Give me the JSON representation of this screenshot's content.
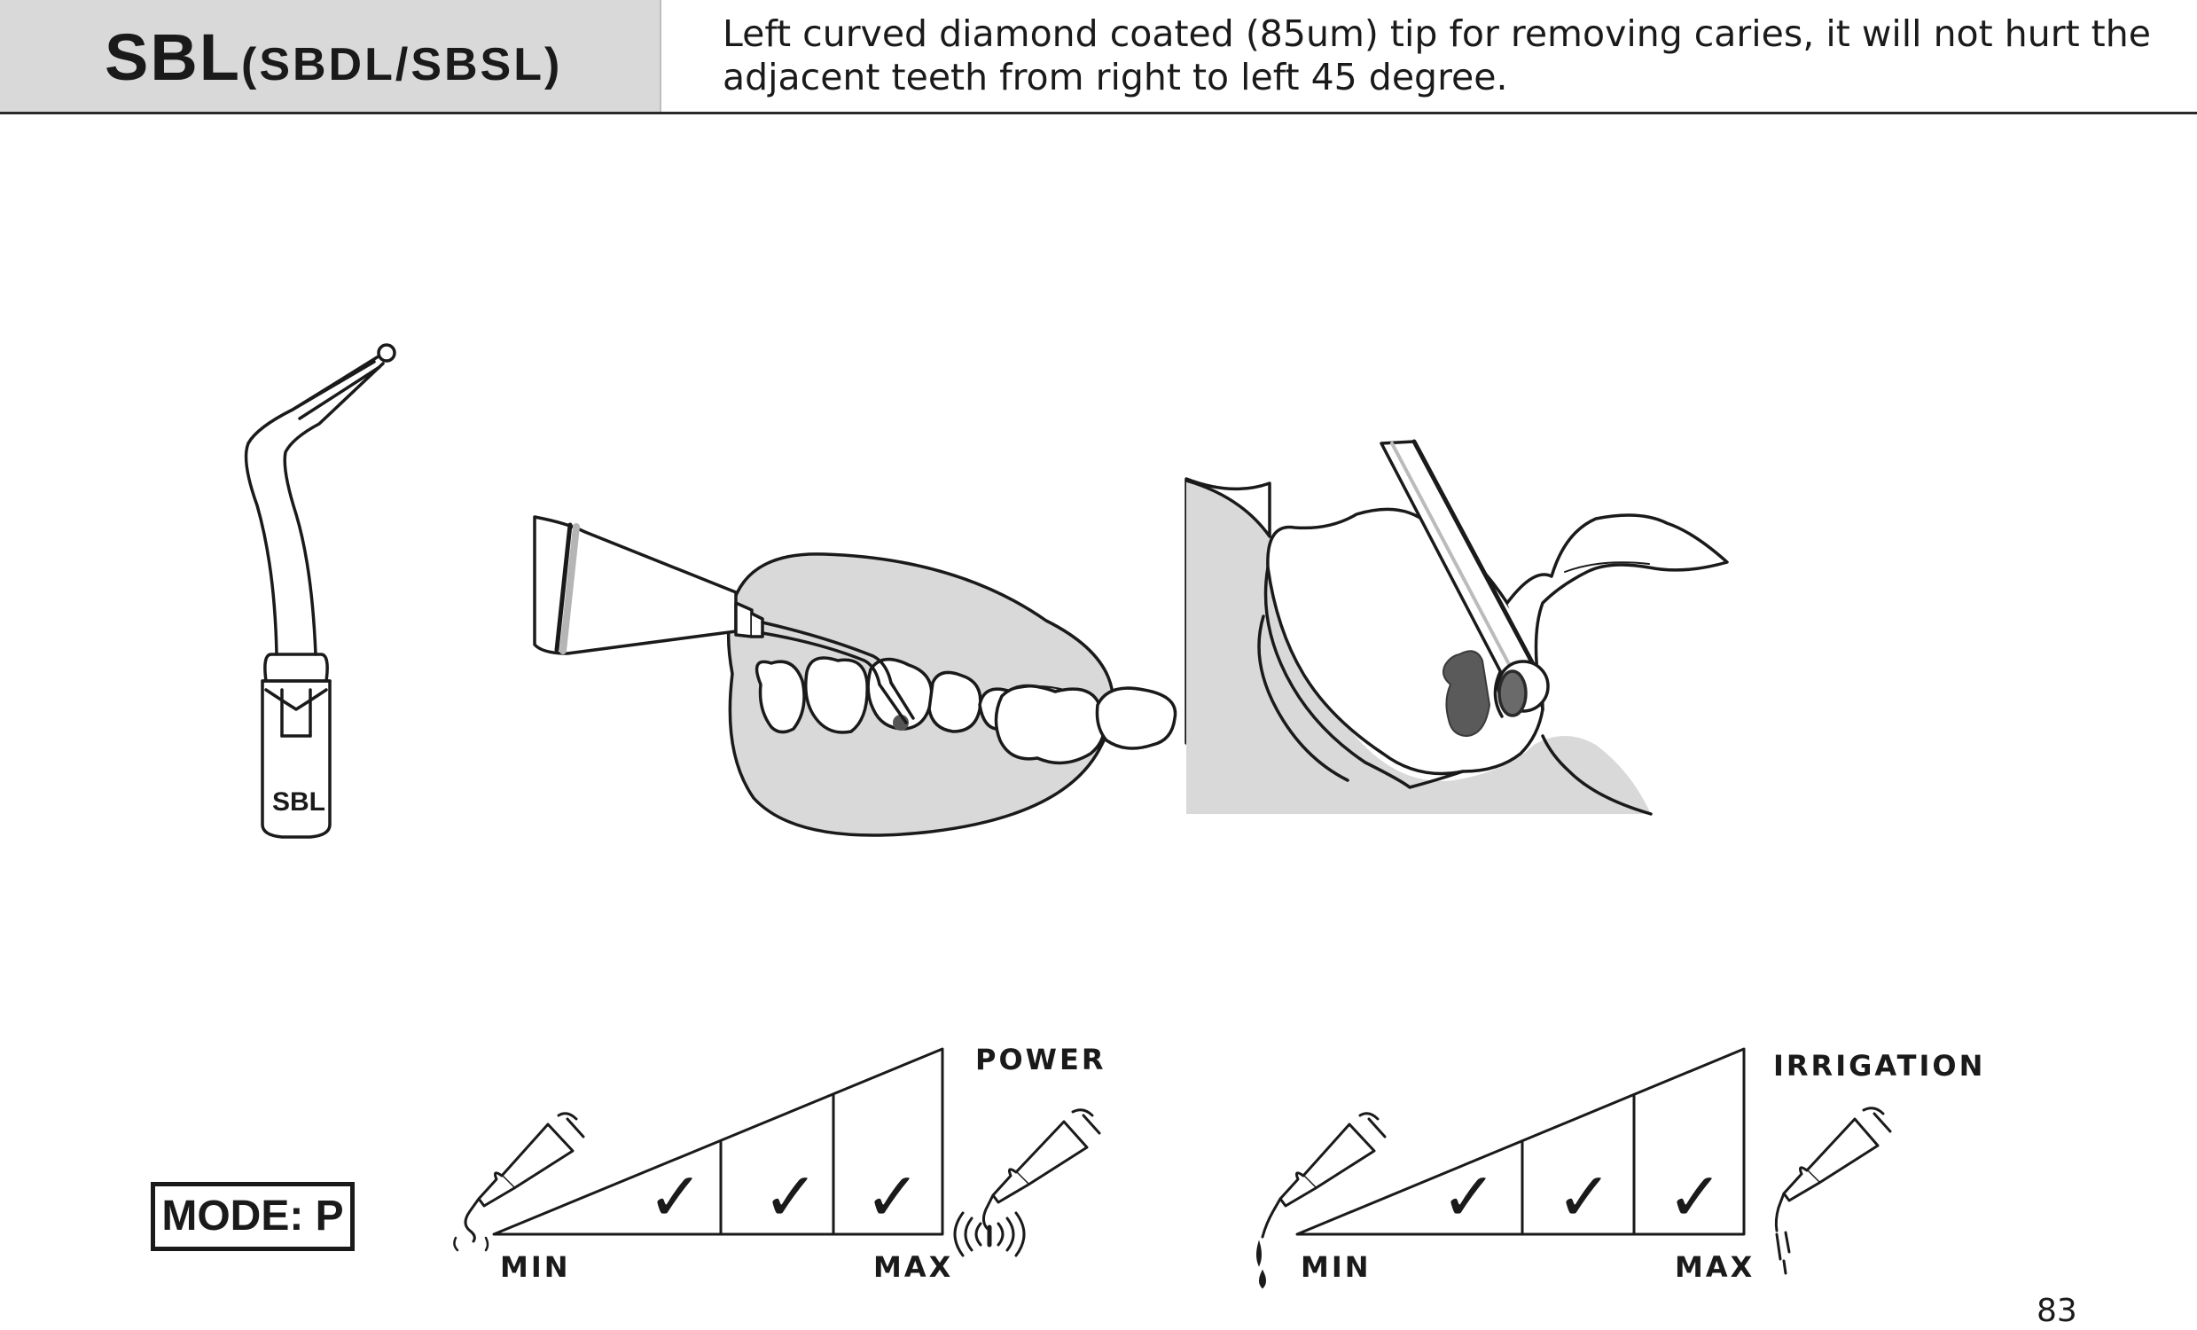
{
  "header": {
    "title_main": "SBL",
    "title_sub": "(SBDL/SBSL)",
    "description_lines": [
      "Left curved diamond coated (85um) tip for removing caries, it will not hurt the",
      "adjacent teeth from right to left 45 degree."
    ]
  },
  "tip": {
    "label": "SBL"
  },
  "mode": {
    "label": "MODE: P"
  },
  "power": {
    "title": "POWER",
    "min_label": "MIN",
    "max_label": "MAX",
    "checked": [
      false,
      true,
      true,
      true
    ],
    "check_glyph": "✓"
  },
  "irrigation": {
    "title": "IRRIGATION",
    "min_label": "MIN",
    "max_label": "MAX",
    "checked": [
      false,
      true,
      true,
      true
    ],
    "check_glyph": "✓"
  },
  "page_number": "83",
  "colors": {
    "header_box": "#d9d9d9",
    "gum": "#d9d9d9",
    "line": "#1a1a1a"
  },
  "icons": [
    "tip-illustration-icon",
    "handpiece-on-teeth-icon",
    "tooth-closeup-icon",
    "scaler-handpiece-icon",
    "vibration-icon",
    "water-drop-icon"
  ]
}
